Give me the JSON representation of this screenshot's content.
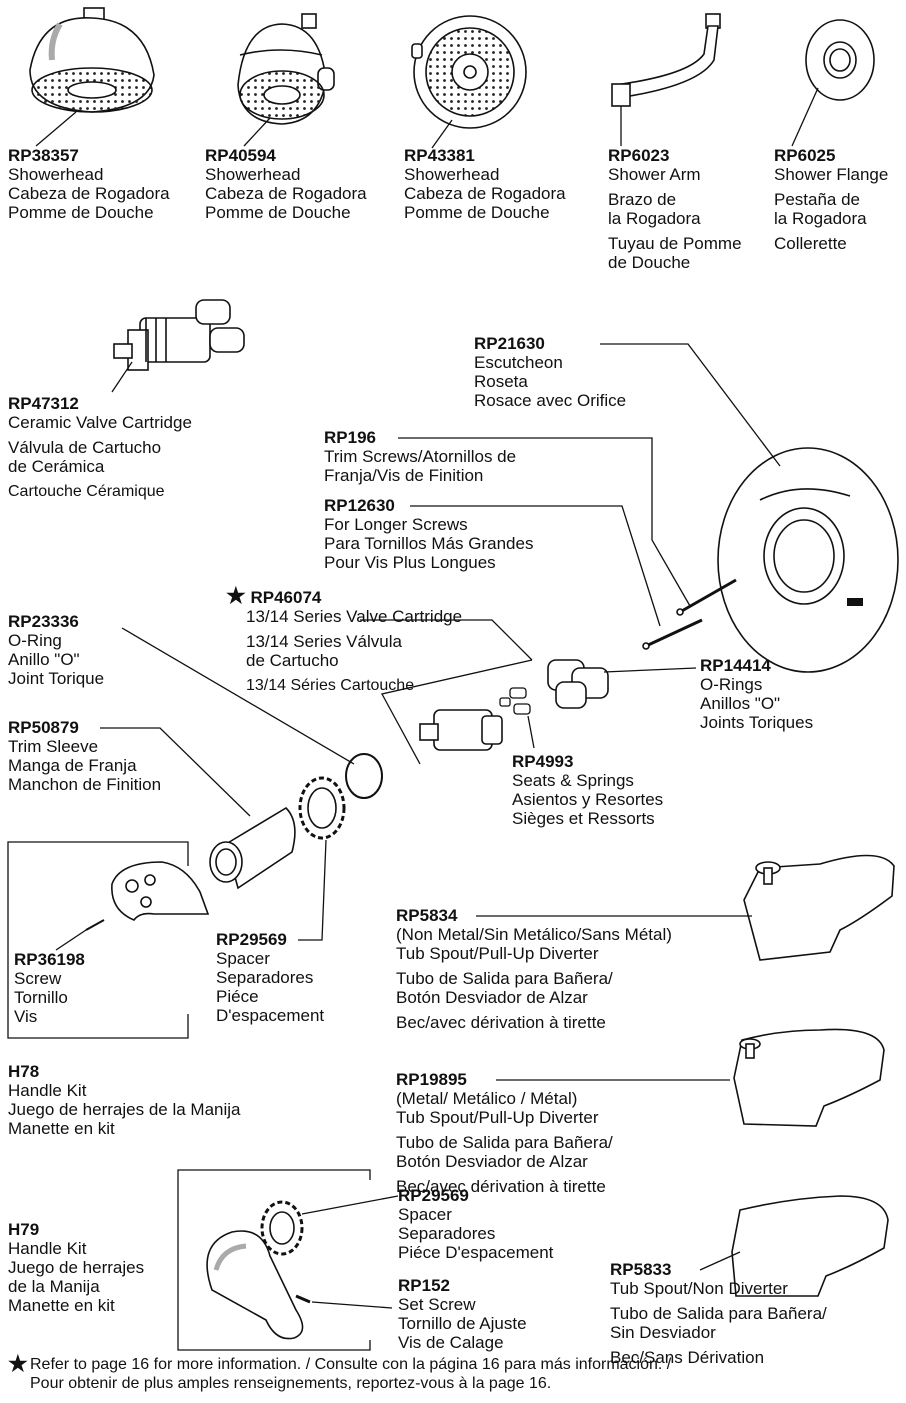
{
  "parts": {
    "rp38357": {
      "num": "RP38357",
      "l1": "Showerhead",
      "l2": "Cabeza de Rogadora",
      "l3": "Pomme de Douche"
    },
    "rp40594": {
      "num": "RP40594",
      "l1": "Showerhead",
      "l2": "Cabeza de Rogadora",
      "l3": "Pomme de Douche"
    },
    "rp43381": {
      "num": "RP43381",
      "l1": "Showerhead",
      "l2": "Cabeza de Rogadora",
      "l3": "Pomme de Douche"
    },
    "rp6023": {
      "num": "RP6023",
      "l1": "Shower Arm",
      "l2": "Brazo de",
      "l3": "la Rogadora",
      "l4": "Tuyau de Pomme",
      "l5": "de Douche"
    },
    "rp6025": {
      "num": "RP6025",
      "l1": "Shower Flange",
      "l2": "Pestaña de",
      "l3": "la Rogadora",
      "l4": "Collerette"
    },
    "rp47312": {
      "num": "RP47312",
      "l1": "Ceramic Valve Cartridge",
      "l2": "Válvula de Cartucho",
      "l3": "de Cerámica",
      "l4": "Cartouche Céramique"
    },
    "rp21630": {
      "num": "RP21630",
      "l1": "Escutcheon",
      "l2": "Roseta",
      "l3": "Rosace avec Orifice"
    },
    "rp196": {
      "num": "RP196",
      "l1": "Trim Screws/Atornillos de",
      "l2": "Franja/Vis de Finition"
    },
    "rp12630": {
      "num": "RP12630",
      "l1": "For Longer Screws",
      "l2": "Para Tornillos Más Grandes",
      "l3": "Pour Vis Plus Longues"
    },
    "rp46074": {
      "star": "★",
      "num": "RP46074",
      "l1": "13/14 Series Valve Cartridge",
      "l2": "13/14 Series Válvula",
      "l3": "de Cartucho",
      "l4": "13/14 Séries Cartouche"
    },
    "rp23336": {
      "num": "RP23336",
      "l1": "O-Ring",
      "l2": "Anillo \"O\"",
      "l3": "Joint Torique"
    },
    "rp14414": {
      "num": "RP14414",
      "l1": "O-Rings",
      "l2": "Anillos \"O\"",
      "l3": "Joints Toriques"
    },
    "rp50879": {
      "num": "RP50879",
      "l1": "Trim Sleeve",
      "l2": "Manga de Franja",
      "l3": "Manchon de Finition"
    },
    "rp4993": {
      "num": "RP4993",
      "l1": "Seats & Springs",
      "l2": "Asientos y Resortes",
      "l3": "Sièges et Ressorts"
    },
    "rp36198": {
      "num": "RP36198",
      "l1": "Screw",
      "l2": "Tornillo",
      "l3": "Vis"
    },
    "rp29569a": {
      "num": "RP29569",
      "l1": "Spacer",
      "l2": "Separadores",
      "l3": "Piéce",
      "l4": "D'espacement"
    },
    "h78": {
      "num": "H78",
      "l1": "Handle Kit",
      "l2": "Juego de herrajes de la Manija",
      "l3": "Manette en kit"
    },
    "rp5834": {
      "num": "RP5834",
      "l1": "(Non Metal/Sin Metálico/Sans Métal)",
      "l2": "Tub Spout/Pull-Up Diverter",
      "l3": "Tubo de Salida para Bañera/",
      "l4": "Botón Desviador de Alzar",
      "l5": "Bec/avec dérivation à tirette"
    },
    "rp19895": {
      "num": "RP19895",
      "l1": "(Metal/ Metálico / Métal)",
      "l2": "Tub Spout/Pull-Up Diverter",
      "l3": "Tubo de Salida para Bañera/",
      "l4": "Botón Desviador de Alzar",
      "l5": "Bec/avec dérivation à tirette"
    },
    "h79": {
      "num": "H79",
      "l1": "Handle Kit",
      "l2": "Juego de herrajes",
      "l3": "de la Manija",
      "l4": "Manette en kit"
    },
    "rp29569b": {
      "num": "RP29569",
      "l1": "Spacer",
      "l2": "Separadores",
      "l3": "Piéce D'espacement"
    },
    "rp152": {
      "num": "RP152",
      "l1": "Set Screw",
      "l2": "Tornillo de Ajuste",
      "l3": "Vis de Calage"
    },
    "rp5833": {
      "num": "RP5833",
      "l1": "Tub Spout/Non Diverter",
      "l2": "Tubo de Salida para Bañera/",
      "l3": "Sin Desviador",
      "l4": "Bec/Sans Dérivation"
    }
  },
  "footnote": {
    "asterisk": "★",
    "line1": "Refer to page 16 for more information. / Consulte con la página 16 para más información. /",
    "line2": "Pour obtenir de plus amples renseignements, reportez-vous à la page 16."
  }
}
